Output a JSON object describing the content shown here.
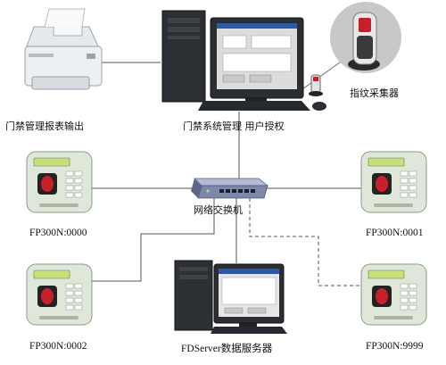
{
  "labels": {
    "printer": "门禁管理报表输出",
    "admin_pc": "门禁系统管理 用户授权",
    "fp_collector": "指纹采集器",
    "switch": "网络交换机",
    "term_0000": "FP300N:0000",
    "term_0001": "FP300N:0001",
    "term_0002": "FP300N:0002",
    "term_9999": "FP300N:9999",
    "server": "FDServer数据服务器"
  },
  "colors": {
    "line": "#555555",
    "terminal_body": "#dfe7d8",
    "terminal_lcd": "#c6e07a",
    "switch_body": "#8a93b3",
    "monitor_screen": "#dcdcdc",
    "fp_window": "#c8202a"
  }
}
